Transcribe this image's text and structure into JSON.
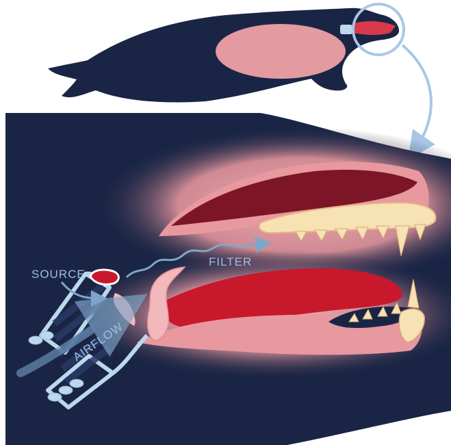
{
  "labels": {
    "source": "SOURCE",
    "filter": "FILTER",
    "airflow": "AIRFLOW"
  },
  "colors": {
    "background": "#ffffff",
    "body": "#1a2545",
    "flesh_pink": "#e39aa0",
    "flesh_light": "#f2b8bb",
    "tongue_red": "#c8182c",
    "palate_dark": "#7c1626",
    "teeth": "#f6e2b3",
    "airway_blue": "#bcd8ec",
    "label_blue": "#9fc0dc",
    "callout_ring": "#a9c6e6"
  },
  "icons": {
    "callout": "magnify-ring-icon",
    "arrow": "curved-arrow-icon",
    "wave": "sound-wave-icon"
  }
}
